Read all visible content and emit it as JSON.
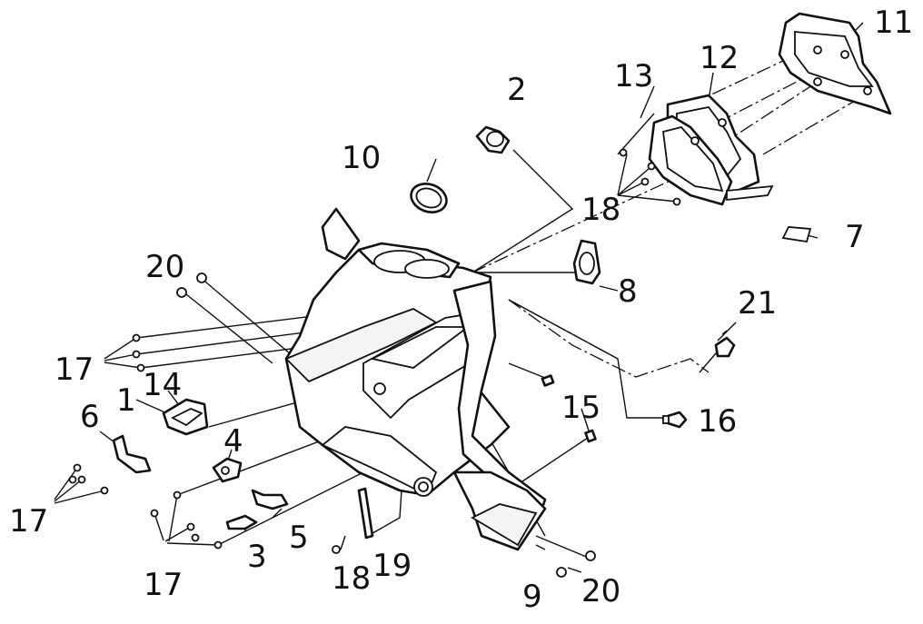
{
  "labels": [
    {
      "id": "1",
      "text": "1"
    },
    {
      "id": "2",
      "text": "2"
    },
    {
      "id": "3",
      "text": "3"
    },
    {
      "id": "4",
      "text": "4"
    },
    {
      "id": "5",
      "text": "5"
    },
    {
      "id": "6",
      "text": "6"
    },
    {
      "id": "7",
      "text": "7"
    },
    {
      "id": "8",
      "text": "8"
    },
    {
      "id": "9",
      "text": "9"
    },
    {
      "id": "10",
      "text": "10"
    },
    {
      "id": "11",
      "text": "11"
    },
    {
      "id": "12",
      "text": "12"
    },
    {
      "id": "13",
      "text": "13"
    },
    {
      "id": "14",
      "text": "14"
    },
    {
      "id": "15",
      "text": "15"
    },
    {
      "id": "16",
      "text": "16"
    },
    {
      "id": "17a",
      "text": "17"
    },
    {
      "id": "17b",
      "text": "17"
    },
    {
      "id": "17c",
      "text": "17"
    },
    {
      "id": "18a",
      "text": "18"
    },
    {
      "id": "18b",
      "text": "18"
    },
    {
      "id": "19",
      "text": "19"
    },
    {
      "id": "20a",
      "text": "20"
    },
    {
      "id": "20b",
      "text": "20"
    },
    {
      "id": "21",
      "text": "21"
    }
  ]
}
